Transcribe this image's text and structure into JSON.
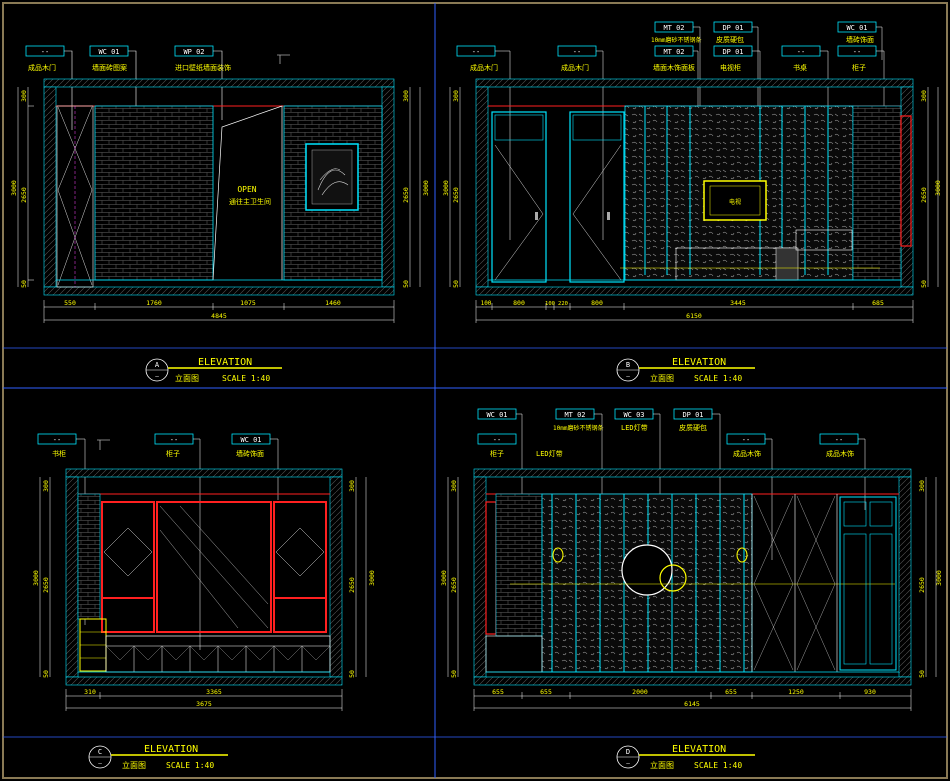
{
  "panels": [
    {
      "id": "A",
      "badge": "A",
      "title": "ELEVATION",
      "subtitle": "立面图",
      "scale": "SCALE 1:40",
      "tags": [
        {
          "code": "--",
          "label": "成品木门"
        },
        {
          "code": "WC  01",
          "label": "墙面砖图案"
        },
        {
          "code": "WP  02",
          "label": "进口壁纸墙面装饰"
        }
      ],
      "open_text": "OPEN",
      "open_sub": "通往主卫生间",
      "dims_left": [
        "300",
        "2650",
        "50"
      ],
      "dims_left_total": "3000",
      "dims_right": [
        "300",
        "2650",
        "50"
      ],
      "dims_right_total": "3000",
      "dims_bottom": [
        "550",
        "1760",
        "1075",
        "1460"
      ],
      "dims_bottom_total": "4845"
    },
    {
      "id": "B",
      "badge": "B",
      "title": "ELEVATION",
      "subtitle": "立面图",
      "scale": "SCALE 1:40",
      "tags": [
        {
          "code": "--",
          "label": "成品木门"
        },
        {
          "code": "--",
          "label": "成品木门"
        },
        {
          "code": "MT  02",
          "label": "10mm磨砂不锈钢条"
        },
        {
          "code": "MT  02",
          "label": "墙面木饰面板"
        },
        {
          "code": "DP  01",
          "label": "皮质硬包"
        },
        {
          "code": "DP  01",
          "label": "电视柜"
        },
        {
          "code": "--",
          "label": "书桌"
        },
        {
          "code": "--",
          "label": "柜子"
        },
        {
          "code": "WC  01",
          "label": "墙砖饰面"
        }
      ],
      "tv_text": "电视",
      "dims_left": [
        "300",
        "2650",
        "50"
      ],
      "dims_left_total": "3000",
      "dims_right": [
        "300",
        "2650",
        "50"
      ],
      "dims_right_total": "3000",
      "dims_bottom": [
        "100",
        "800",
        "100",
        "220",
        "800",
        "3445",
        "685"
      ],
      "dims_bottom_total": "6150"
    },
    {
      "id": "C",
      "badge": "C",
      "title": "ELEVATION",
      "subtitle": "立面图",
      "scale": "SCALE 1:40",
      "tags": [
        {
          "code": "--",
          "label": "书柜"
        },
        {
          "code": "--",
          "label": "柜子"
        },
        {
          "code": "WC  01",
          "label": "墙砖饰面"
        }
      ],
      "dims_left": [
        "300",
        "2650",
        "50"
      ],
      "dims_left_total": "3000",
      "dims_right": [
        "300",
        "2650",
        "50"
      ],
      "dims_right_total": "3000",
      "dims_bottom": [
        "310",
        "3365"
      ],
      "dims_bottom_total": "3675"
    },
    {
      "id": "D",
      "badge": "D",
      "title": "ELEVATION",
      "subtitle": "立面图",
      "scale": "SCALE 1:40",
      "tags": [
        {
          "code": "WC  01",
          "label": "柜子"
        },
        {
          "code": "MT  02",
          "label": "10mm磨砂不锈钢条"
        },
        {
          "code": "WC  03",
          "label": "LED灯带"
        },
        {
          "code": "DP  01",
          "label": "皮质硬包"
        },
        {
          "code": "--",
          "label": "LED灯带"
        },
        {
          "code": "--",
          "label": "成品木饰"
        },
        {
          "code": "--",
          "label": "成品木饰"
        }
      ],
      "dims_left": [
        "300",
        "2650",
        "50"
      ],
      "dims_left_total": "3000",
      "dims_right": [
        "300",
        "2650",
        "50"
      ],
      "dims_right_total": "3000",
      "dims_bottom": [
        "655",
        "655",
        "2000",
        "655",
        "1250",
        "930"
      ],
      "dims_bottom_total": "6145"
    }
  ]
}
